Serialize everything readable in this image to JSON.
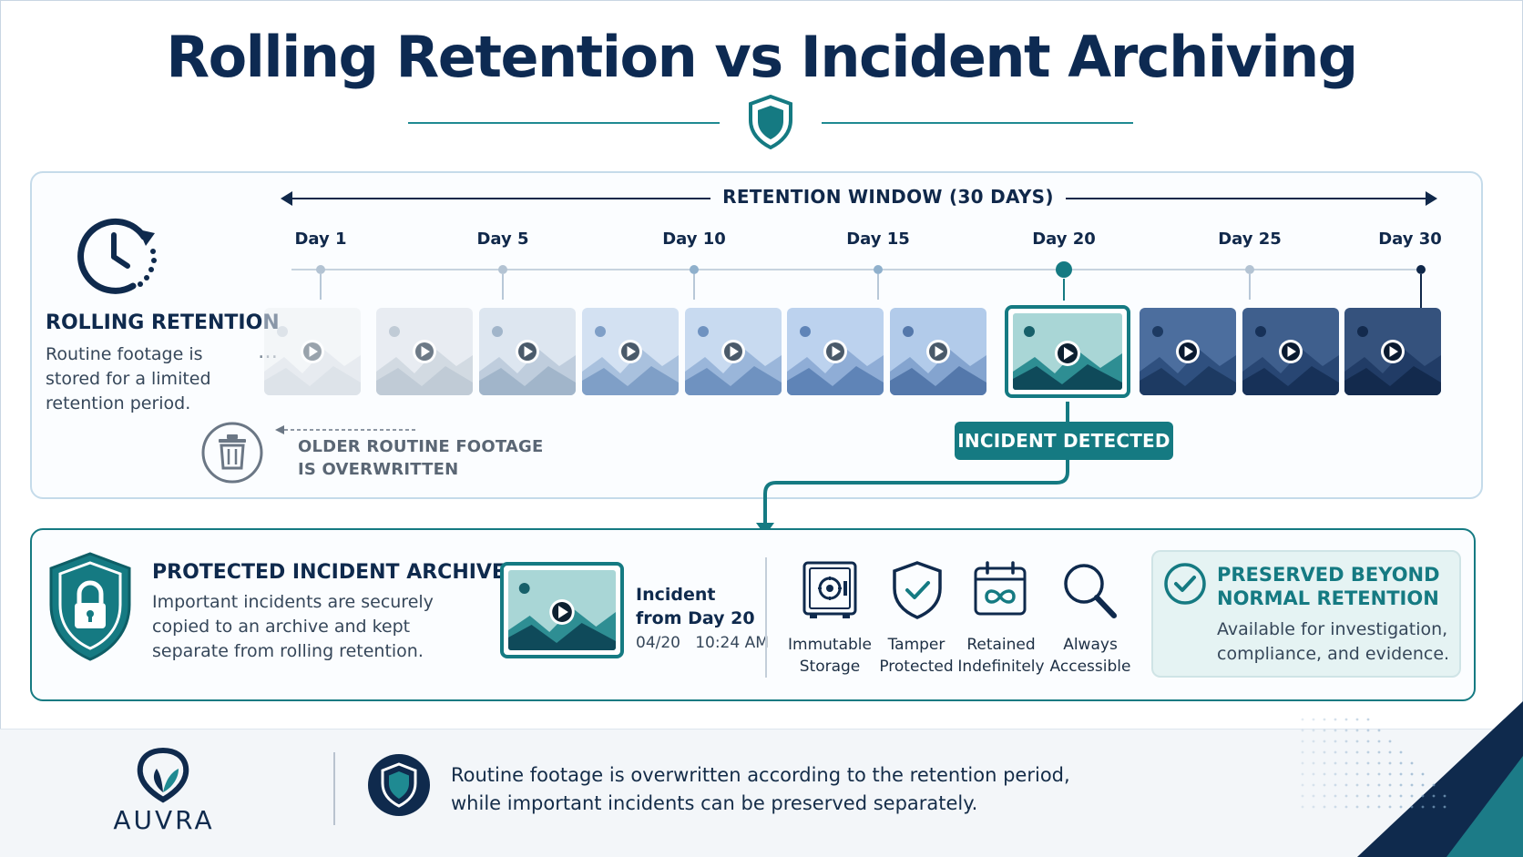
{
  "title": "Rolling Retention vs Incident Archiving",
  "retention_window_label": "RETENTION WINDOW (30 DAYS)",
  "days": [
    "Day 1",
    "Day 5",
    "Day 10",
    "Day 15",
    "Day 20",
    "Day 25",
    "Day 30"
  ],
  "rolling": {
    "title": "ROLLING RETENTION",
    "text": "Routine footage is stored for a limited retention period.",
    "ellipsis": "…",
    "overwrite_text": "OLDER ROUTINE FOOTAGE IS OVERWRITTEN"
  },
  "incident_badge": "INCIDENT DETECTED",
  "archive": {
    "title": "PROTECTED INCIDENT ARCHIVE",
    "text": "Important incidents are securely copied to an archive and kept separate from rolling retention.",
    "incident_label": "Incident from Day 20",
    "timestamp": "04/20   10:24 AM"
  },
  "features": [
    {
      "label": "Immutable Storage",
      "icon": "safe-icon"
    },
    {
      "label": "Tamper Protected",
      "icon": "shield-check-icon"
    },
    {
      "label": "Retained Indefinitely",
      "icon": "calendar-infinity-icon"
    },
    {
      "label": "Always Accessible",
      "icon": "magnifier-icon"
    }
  ],
  "preserved": {
    "title": "PRESERVED BEYOND NORMAL RETENTION",
    "text": "Available for investigation, compliance, and evidence."
  },
  "footer": {
    "logo": "AUVRA",
    "text": "Routine footage is overwritten according to the retention period, while important incidents can be preserved separately."
  },
  "colors": {
    "navy": "#0d2a52",
    "teal": "#157a82",
    "light_teal": "#e5f3f3",
    "grey": "#b3c3d3"
  }
}
